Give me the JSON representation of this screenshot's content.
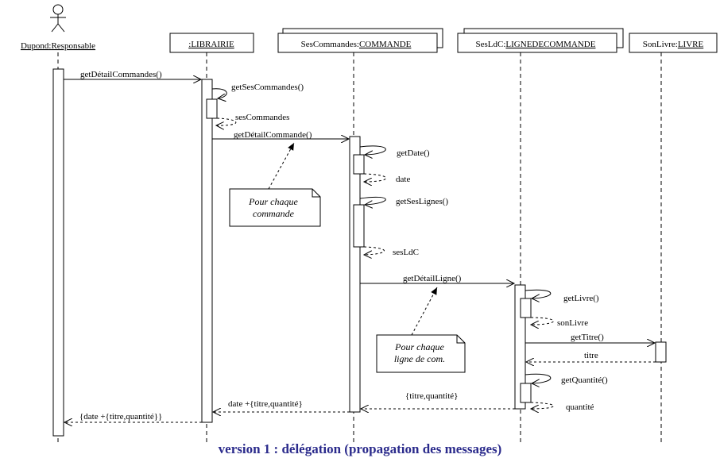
{
  "actor": {
    "name": "Dupond",
    "role": "Responsable"
  },
  "objects": [
    {
      "id": "librairie",
      "name": "",
      "cls": "LIBRAIRIE",
      "multi": false
    },
    {
      "id": "commande",
      "name": "SesCommandes",
      "cls": "COMMANDE",
      "multi": true
    },
    {
      "id": "ligne",
      "name": "SesLdC",
      "cls": "LIGNEDECOMMANDE",
      "multi": true
    },
    {
      "id": "livre",
      "name": "SonLivre",
      "cls": "LIVRE",
      "multi": false
    }
  ],
  "messages": {
    "m1": "getDétailCommandes()",
    "m2": "getSesCommandes()",
    "r2": "sesCommandes",
    "m3": "getDétailCommande()",
    "m4": "getDate()",
    "r4": "date",
    "m5": "getSesLignes()",
    "r5": "sesLdC",
    "m6": "getDétailLigne()",
    "m7": "getLivre()",
    "r7": "sonLivre",
    "m8": "getTitre()",
    "r8": "titre",
    "m9": "getQuantité()",
    "r9": "quantité",
    "r6": "{titre,quantité}",
    "r3": "date +{titre,quantité}",
    "r1": "{date +{titre,quantité}}"
  },
  "notes": {
    "n1": [
      "Pour chaque",
      "commande"
    ],
    "n2": [
      "Pour chaque",
      "ligne de com."
    ]
  },
  "caption": "version 1 : délégation (propagation des messages)"
}
